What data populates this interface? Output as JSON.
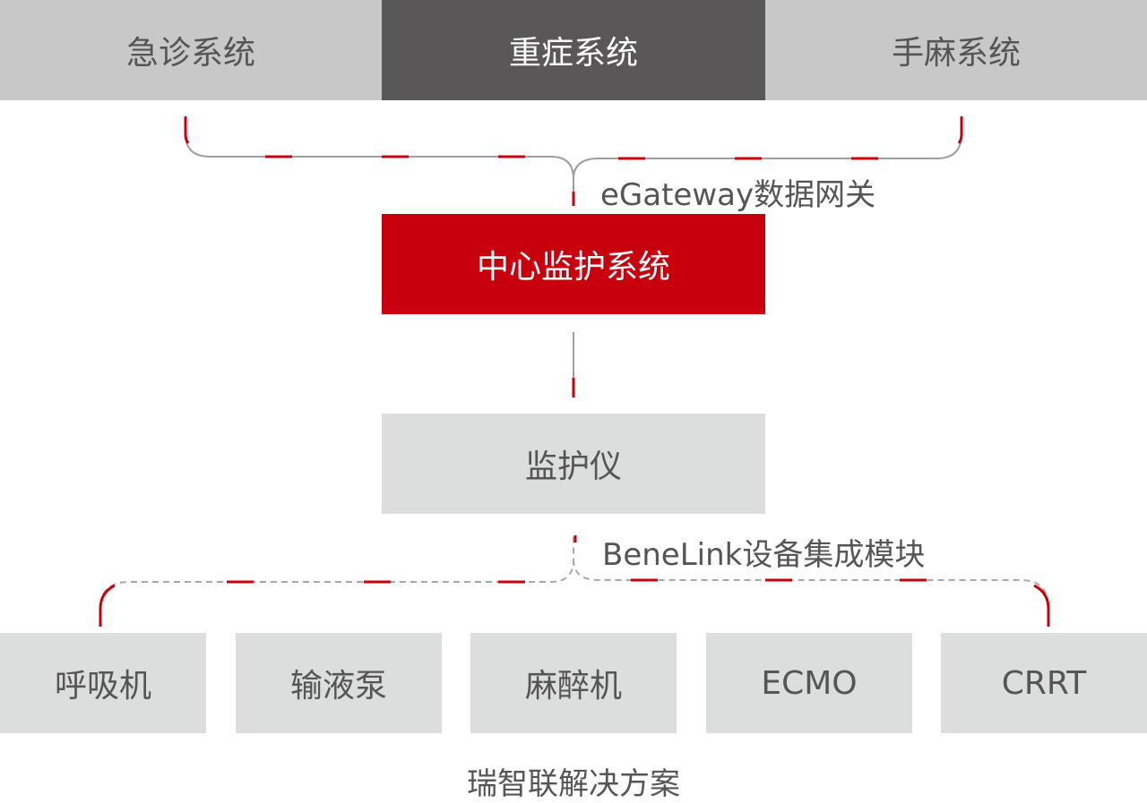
{
  "top_systems": [
    {
      "label": "急诊系统"
    },
    {
      "label": "重症系统",
      "active": true
    },
    {
      "label": "手麻系统"
    }
  ],
  "gateway_label": "eGateway数据网关",
  "central_system": "中心监护系统",
  "monitor": "监护仪",
  "module_label": "BeneLink设备集成模块",
  "devices": [
    "呼吸机",
    "输液泵",
    "麻醉机",
    "ECMO",
    "CRRT"
  ],
  "footer": "瑞智联解决方案",
  "colors": {
    "accent": "#c8000d",
    "active_tab": "#595757",
    "tab": "#c8c8c8",
    "box": "#dcdddd",
    "text": "#555555"
  }
}
